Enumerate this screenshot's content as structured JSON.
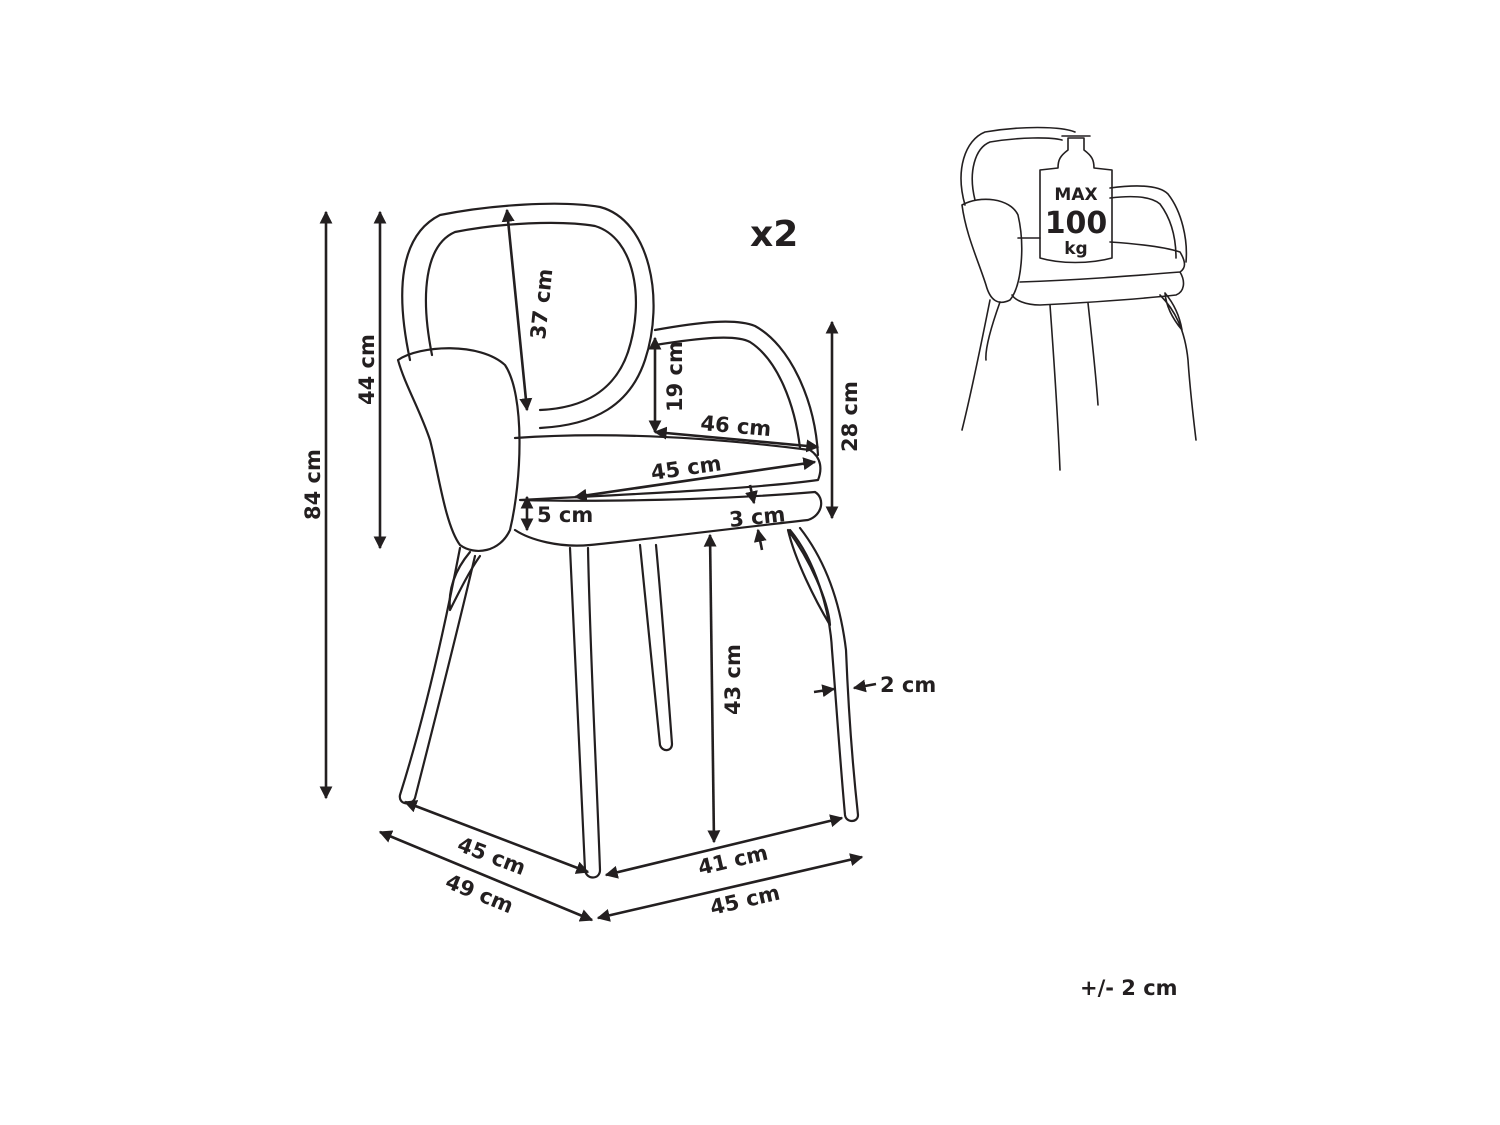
{
  "quantity": "x2",
  "tolerance": "+/- 2 cm",
  "max_load": {
    "line1": "MAX",
    "line2": "100",
    "line3": "kg"
  },
  "dimensions": {
    "total_height": "84 cm",
    "backrest_height": "44 cm",
    "backrest_inner": "37 cm",
    "armrest_height": "19 cm",
    "seat_width_back": "46 cm",
    "armrest_total_height": "28 cm",
    "seat_width": "45 cm",
    "cushion_thickness": "5 cm",
    "cushion_base": "3 cm",
    "seat_height": "43 cm",
    "leg_thickness": "2 cm",
    "depth_inner": "45 cm",
    "depth_total": "49 cm",
    "width_inner": "41 cm",
    "width_total": "45 cm"
  }
}
